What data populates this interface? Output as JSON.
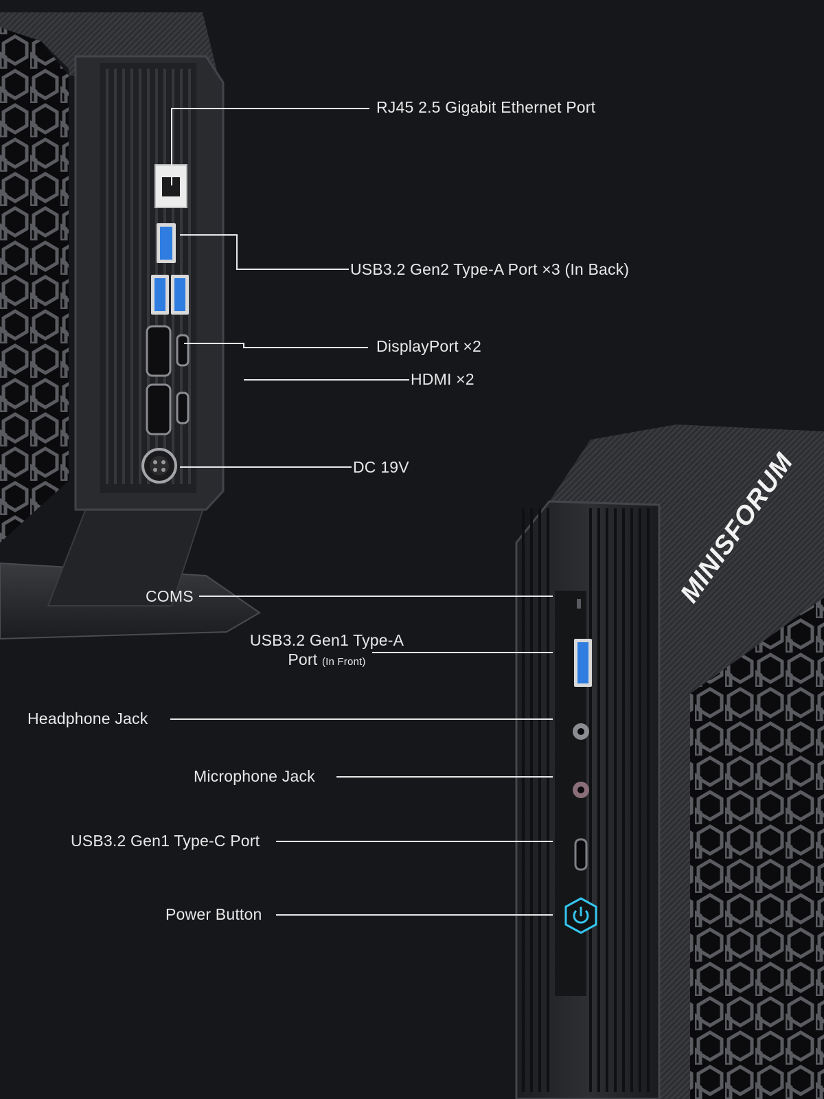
{
  "brand": {
    "logo_text": "MINISFORUM"
  },
  "back_ports": {
    "ethernet": "RJ45  2.5 Gigabit Ethernet Port",
    "usb_a_back": "USB3.2 Gen2 Type-A Port ×3 (In Back)",
    "displayport": "DisplayPort ×2",
    "hdmi": "HDMI ×2",
    "dc": "DC 19V"
  },
  "front_ports": {
    "coms": "COMS",
    "usb_a_front_line1": "USB3.2 Gen1 Type-A",
    "usb_a_front_line2": "Port",
    "usb_a_front_note": "(In Front)",
    "headphone": "Headphone Jack",
    "microphone": "Microphone Jack",
    "usb_c": "USB3.2 Gen1 Type-C Port",
    "power": "Power Button"
  },
  "colors": {
    "background": "#16171a",
    "chassis": "#2b2c30",
    "usb_blue": "#2f7de0",
    "power_glow": "#35c6f0",
    "leader_line": "#e9e9ea"
  }
}
